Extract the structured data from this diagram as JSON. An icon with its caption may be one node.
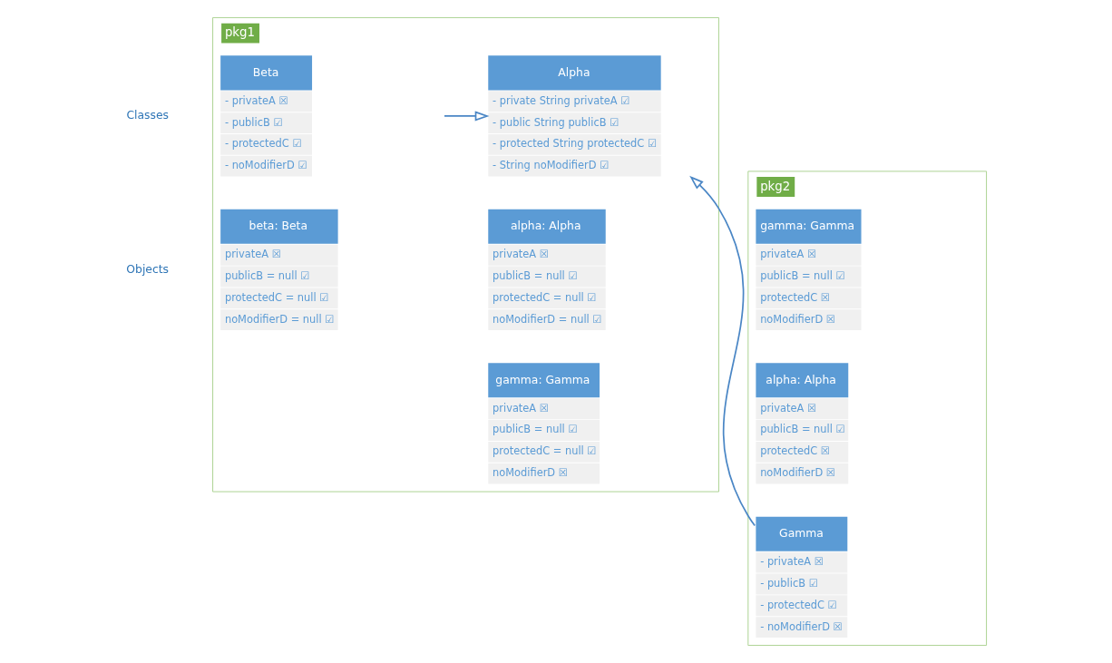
{
  "diagram": {
    "nodes": [
      {
        "text": [
          "pkg1"
        ]
      },
      {
        "text": [
          "Beta",
          "- privateA ☒",
          "- publicB ☑",
          "- protectedC ☑",
          "- noModifierD ☑"
        ],
        "in": 0
      },
      {
        "text": [
          "Alpha",
          "- private String privateA ☑",
          "- public String publicB ☑",
          "- protected String protectedC ☑",
          "- String noModifierD ☑"
        ],
        "in": 0
      },
      {
        "text": [
          "beta: Beta",
          "privateA ☒",
          "publicB = null ☑",
          "protectedC = null ☑",
          "noModifierD = null ☑"
        ],
        "in": 0
      },
      {
        "text": [
          "alpha: Alpha",
          "privateA ☒",
          "publicB = null ☑",
          "protectedC = null ☑",
          "noModifierD = null ☑"
        ],
        "in": 0
      },
      {
        "text": [
          "gamma: Gamma",
          "privateA ☒",
          "publicB = null ☑",
          "protectedC = null ☑",
          "noModifierD ☒"
        ],
        "in": 0
      },
      {
        "text": [
          "pkg2"
        ]
      },
      {
        "text": [
          "Gamma",
          "- privateA ☒",
          "- publicB ☑",
          "- protectedC ☑",
          "- noModifierD ☒"
        ],
        "in": 6
      },
      {
        "text": [
          "gamma: Gamma",
          "privateA ☒",
          "publicB = null ☑",
          "protectedC ☒",
          "noModifierD ☒"
        ],
        "in": 6
      },
      {
        "text": [
          "alpha: Alpha",
          "privateA ☒",
          "publicB = null ☑",
          "protectedC ☒",
          "noModifierD ☒"
        ],
        "in": 6
      }
    ],
    "edges": [
      {
        "from": 1,
        "to": 2,
        "arrow": "to"
      },
      {
        "from": 7,
        "to": 2,
        "arrow": "to"
      }
    ],
    "labels": [
      "Classes",
      "Objects"
    ]
  }
}
